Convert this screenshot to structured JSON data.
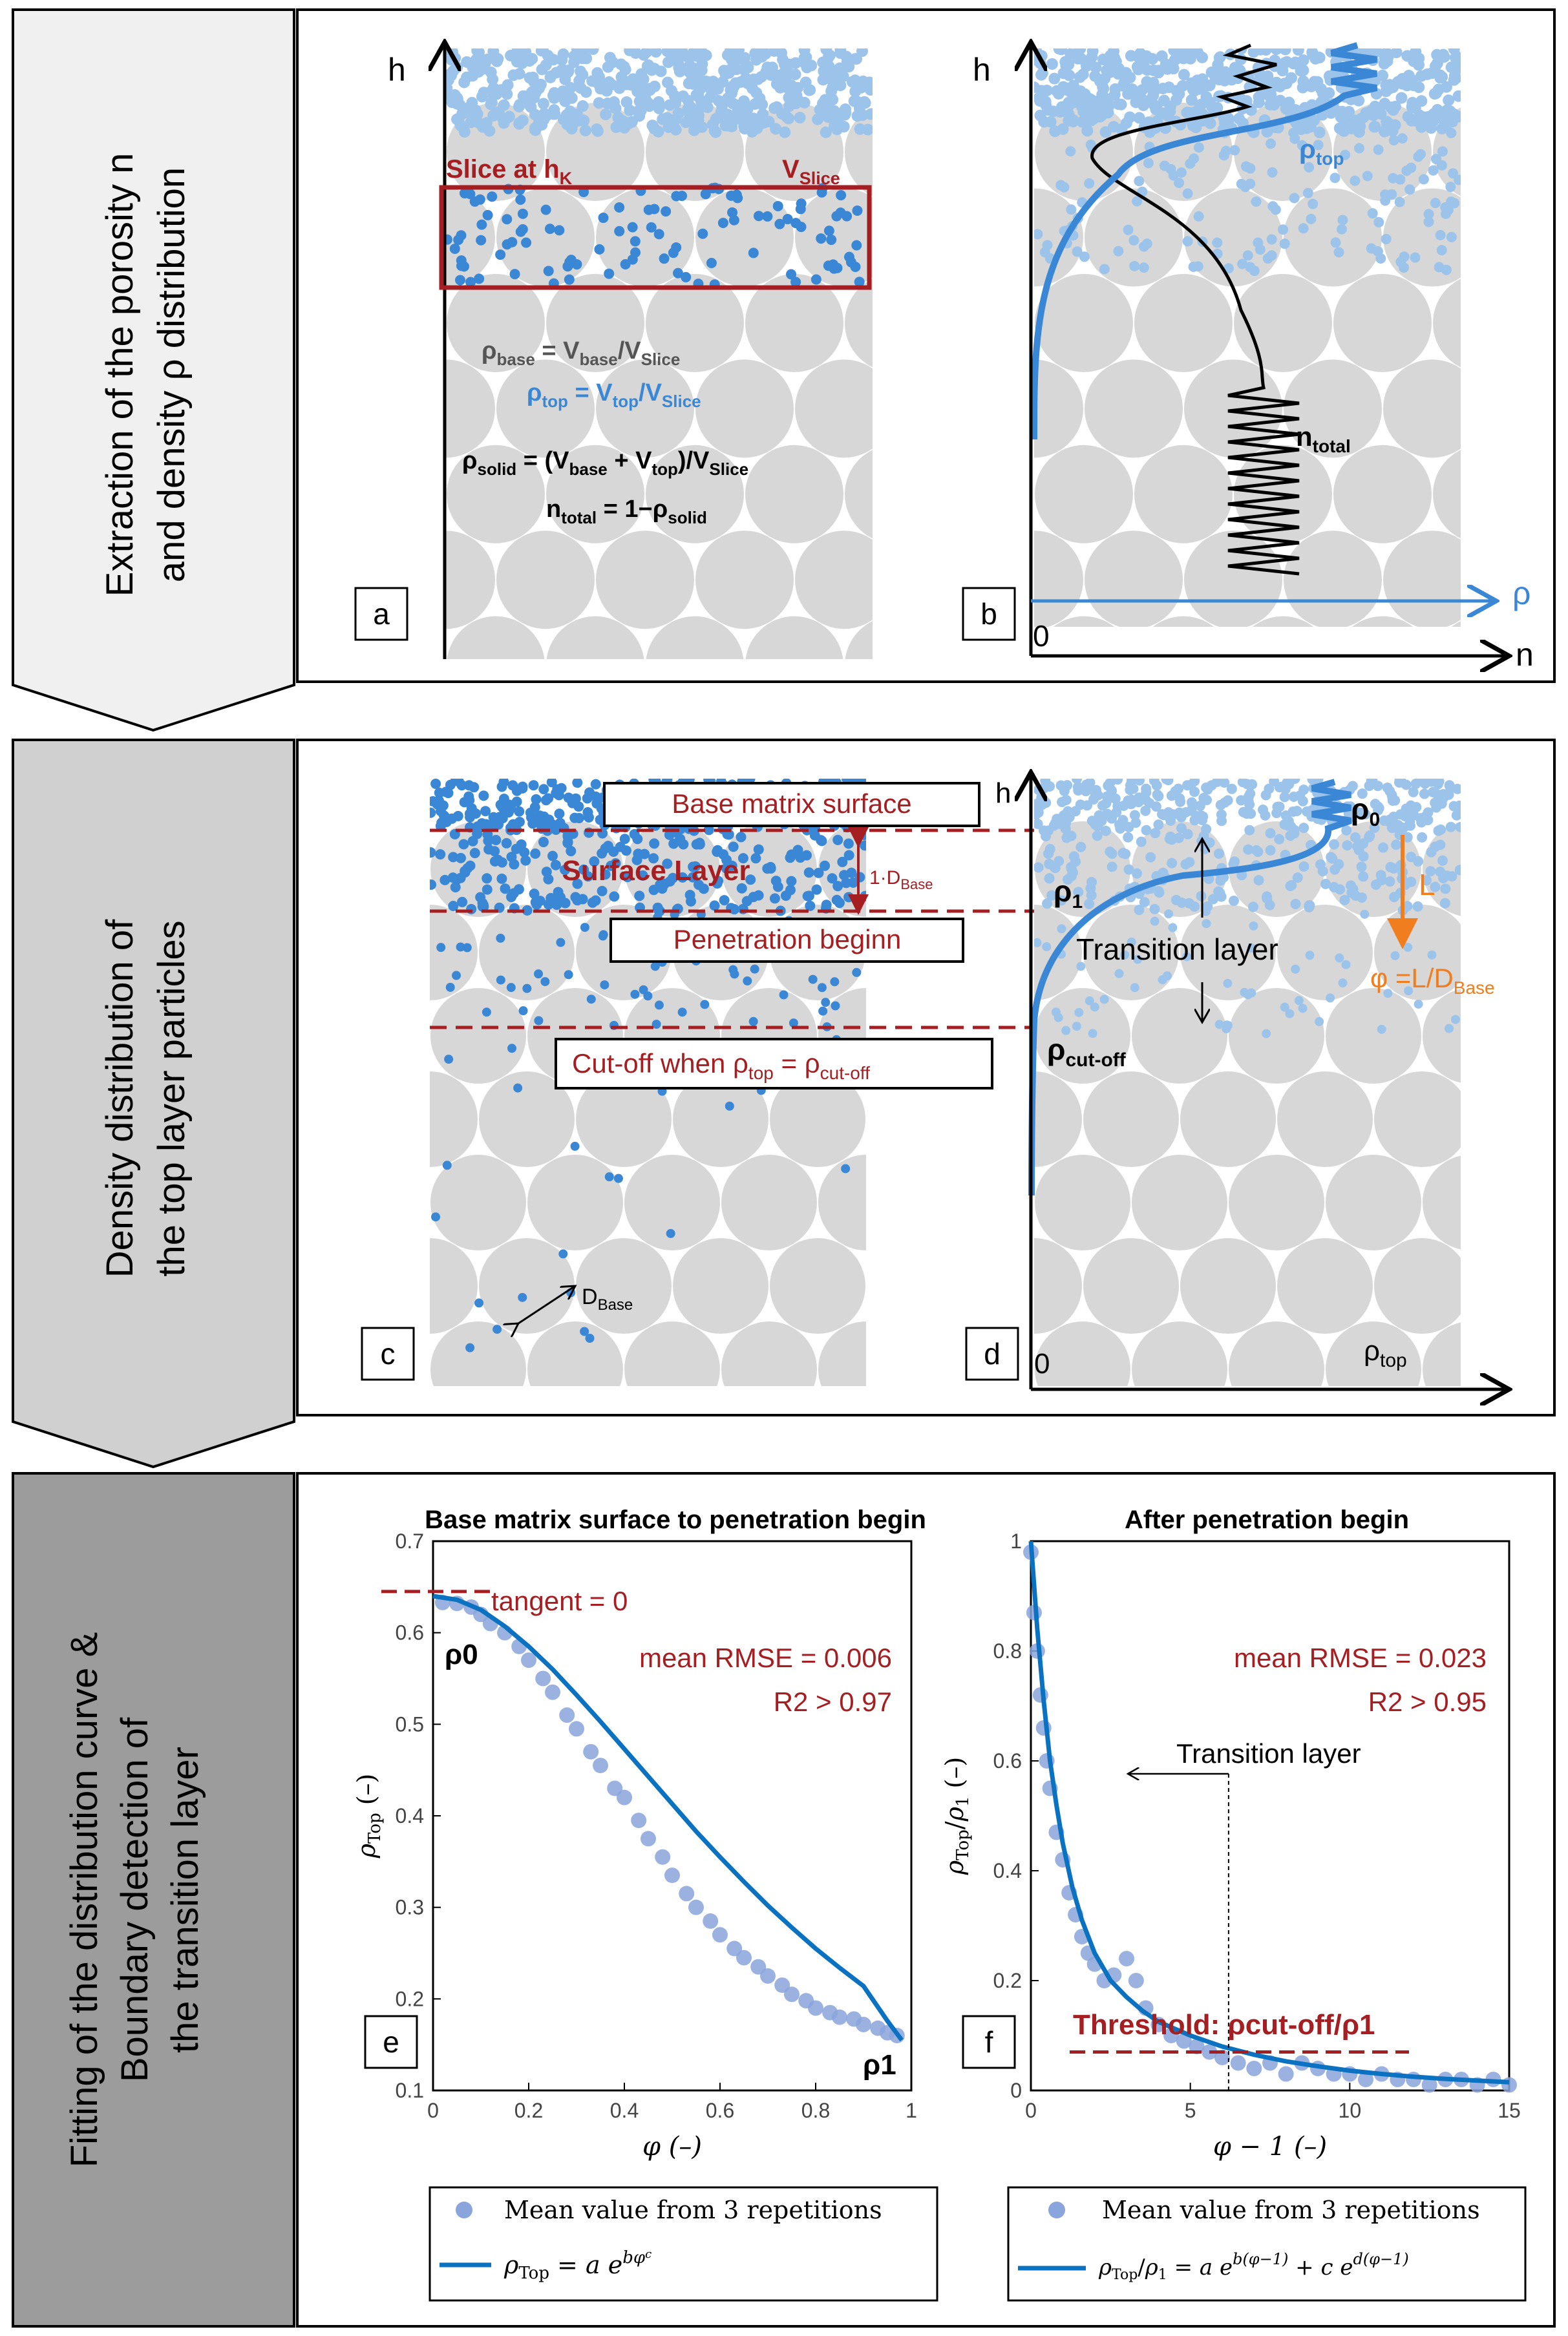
{
  "colors": {
    "dark_red": "#a51e22",
    "blue": "#3a87d6",
    "light_blue": "#9cc3ea",
    "fit_blue": "#0a72c0",
    "scatter_blue": "#8aa4dc",
    "orange": "#f07d1e",
    "gray_particle": "#d7d7d7",
    "gray_dark": "#555555",
    "chevron1": "#f0f0f0",
    "chevron2": "#d0d0d0",
    "chevron3": "#9c9c9c"
  },
  "rows": {
    "r1_line1": "Extraction of the porosity n",
    "r1_line2": "and density ρ distribution",
    "r2_line1": "Density distribution of",
    "r2_line2": "the top layer particles",
    "r3_line1": "Fitting of the distribution curve &",
    "r3_line2": "Boundary detection of",
    "r3_line3": "the transition layer"
  },
  "panel_a": {
    "label": "a",
    "axis_h": "h",
    "slice_label": "Slice at h",
    "slice_sub": "K",
    "vslice": "V",
    "vslice_sub": "Slice",
    "rho_base": "ρ",
    "rho_base_sub": "base",
    "rho_base_eq": " = V",
    "rho_base_eq_sub": "base",
    "rho_base_div": "/V",
    "rho_base_div_sub": "Slice",
    "rho_top": "ρ",
    "rho_top_sub": "top",
    "rho_top_eq": " = V",
    "rho_top_eq_sub": "top",
    "rho_top_div": "/V",
    "rho_top_div_sub": "Slice",
    "rho_solid": "ρ",
    "rho_solid_sub": "solid",
    "rho_solid_eq": " = (V",
    "rho_solid_eq_sub": "base",
    "rho_solid_plus": " + V",
    "rho_solid_plus_sub": "top",
    "rho_solid_div": ")/V",
    "rho_solid_div_sub": "Slice",
    "n_total": "n",
    "n_total_sub": "total",
    "n_total_eq": " = 1−ρ",
    "n_total_eq_sub": "solid"
  },
  "panel_b": {
    "label": "b",
    "axis_h": "h",
    "axis_rho": "ρ",
    "axis_n": "n",
    "origin": "0",
    "rho_top": "ρ",
    "rho_top_sub": "top",
    "n_total": "n",
    "n_total_sub": "total"
  },
  "panel_c": {
    "label": "c",
    "base_matrix_surface": "Base matrix surface",
    "surface_layer": "Surface Layer",
    "one_d_base": "1·D",
    "one_d_base_sub": "Base",
    "penetration": "Penetration beginn",
    "cutoff": "Cut-off when ρ",
    "cutoff_sub": "top",
    "cutoff_eq": " = ρ",
    "cutoff_eq_sub": "cut-off",
    "d_base": "D",
    "d_base_sub": "Base"
  },
  "panel_d": {
    "label": "d",
    "axis_h": "h",
    "origin": "0",
    "axis_rho_top": "ρ",
    "axis_rho_top_sub": "top",
    "rho0": "ρ",
    "rho0_sub": "0",
    "rho1": "ρ",
    "rho1_sub": "1",
    "transition": "Transition layer",
    "rho_cutoff": "ρ",
    "rho_cutoff_sub": "cut-off",
    "L": "L",
    "phi_eq": "φ =L/D",
    "phi_eq_sub": "Base"
  },
  "chart_data": [
    {
      "type": "scatter",
      "panel_label": "e",
      "title": "Base matrix surface to penetration begin",
      "xlabel": "φ (–)",
      "ylabel": "ρ_Top (–)",
      "xlim": [
        0,
        1
      ],
      "ylim": [
        0.1,
        0.7
      ],
      "xticks": [
        0,
        0.2,
        0.4,
        0.6,
        0.8,
        1
      ],
      "xtick_labels": [
        "0",
        "0.2",
        "0.4",
        "0.6",
        "0.8",
        "1"
      ],
      "yticks": [
        0.1,
        0.2,
        0.3,
        0.4,
        0.5,
        0.6,
        0.7
      ],
      "ytick_labels": [
        "0.1",
        "0.2",
        "0.3",
        "0.4",
        "0.5",
        "0.6",
        "0.7"
      ],
      "annotations": [
        "tangent = 0",
        "mean RMSE = 0.006",
        "R2 > 0.97",
        "ρ0",
        "ρ1"
      ],
      "tangent_y": 0.645,
      "series": [
        {
          "name": "Mean value from 3 repetitions",
          "kind": "scatter",
          "x": [
            0.02,
            0.05,
            0.08,
            0.1,
            0.12,
            0.15,
            0.18,
            0.2,
            0.23,
            0.25,
            0.28,
            0.3,
            0.33,
            0.35,
            0.38,
            0.4,
            0.43,
            0.45,
            0.48,
            0.5,
            0.53,
            0.55,
            0.58,
            0.6,
            0.63,
            0.65,
            0.68,
            0.7,
            0.73,
            0.75,
            0.78,
            0.8,
            0.83,
            0.85,
            0.88,
            0.9,
            0.93,
            0.95,
            0.97
          ],
          "y": [
            0.633,
            0.632,
            0.628,
            0.62,
            0.61,
            0.6,
            0.585,
            0.57,
            0.55,
            0.535,
            0.51,
            0.495,
            0.47,
            0.455,
            0.43,
            0.42,
            0.395,
            0.375,
            0.355,
            0.335,
            0.315,
            0.3,
            0.285,
            0.27,
            0.255,
            0.245,
            0.235,
            0.225,
            0.215,
            0.205,
            0.198,
            0.19,
            0.185,
            0.18,
            0.178,
            0.172,
            0.168,
            0.163,
            0.16
          ]
        },
        {
          "name": "ρ_Top = a e^(b φ^c)",
          "kind": "line",
          "x": [
            0,
            0.05,
            0.1,
            0.15,
            0.2,
            0.25,
            0.3,
            0.35,
            0.4,
            0.45,
            0.5,
            0.55,
            0.6,
            0.65,
            0.7,
            0.75,
            0.8,
            0.85,
            0.9,
            0.95,
            0.98
          ],
          "y": [
            0.64,
            0.636,
            0.625,
            0.607,
            0.585,
            0.56,
            0.532,
            0.503,
            0.473,
            0.443,
            0.413,
            0.383,
            0.355,
            0.328,
            0.302,
            0.278,
            0.255,
            0.234,
            0.214,
            0.176,
            0.155
          ]
        }
      ],
      "legend": [
        "Mean value from 3 repetitions",
        "ρ_Top = a e^(b φ^c)"
      ]
    },
    {
      "type": "scatter",
      "panel_label": "f",
      "title": "After penetration begin",
      "xlabel": "φ − 1 (–)",
      "ylabel": "ρ_Top/ρ_1 (–)",
      "xlim": [
        0,
        15
      ],
      "ylim": [
        0,
        1
      ],
      "xticks": [
        0,
        5,
        10,
        15
      ],
      "xtick_labels": [
        "0",
        "5",
        "10",
        "15"
      ],
      "yticks": [
        0,
        0.2,
        0.4,
        0.6,
        0.8,
        1
      ],
      "ytick_labels": [
        "0",
        "0.2",
        "0.4",
        "0.6",
        "0.8",
        "1"
      ],
      "annotations": [
        "mean RMSE = 0.023",
        "R2 > 0.95",
        "Transition layer",
        "Threshold: ρcut-off/ρ1"
      ],
      "threshold_y": 0.07,
      "transition_x": 6.2,
      "series": [
        {
          "name": "Mean value from 3 repetitions",
          "kind": "scatter",
          "x": [
            0,
            0.1,
            0.2,
            0.3,
            0.4,
            0.5,
            0.6,
            0.8,
            1,
            1.2,
            1.4,
            1.6,
            1.8,
            2,
            2.3,
            2.6,
            3,
            3.3,
            3.6,
            4,
            4.4,
            4.8,
            5.2,
            5.6,
            6,
            6.5,
            7,
            7.5,
            8,
            8.5,
            9,
            9.5,
            10,
            10.5,
            11,
            11.5,
            12,
            12.5,
            13,
            13.5,
            14,
            14.5,
            15
          ],
          "y": [
            0.98,
            0.87,
            0.8,
            0.72,
            0.66,
            0.6,
            0.55,
            0.47,
            0.42,
            0.36,
            0.32,
            0.28,
            0.25,
            0.23,
            0.2,
            0.21,
            0.24,
            0.2,
            0.15,
            0.12,
            0.1,
            0.09,
            0.08,
            0.07,
            0.06,
            0.05,
            0.04,
            0.05,
            0.03,
            0.05,
            0.04,
            0.03,
            0.03,
            0.02,
            0.03,
            0.02,
            0.02,
            0.01,
            0.02,
            0.02,
            0.01,
            0.02,
            0.01
          ]
        },
        {
          "name": "ρ_Top/ρ_1 = a e^(b(φ−1)) + c e^(d(φ−1))",
          "kind": "line",
          "x": [
            0,
            0.2,
            0.4,
            0.6,
            0.8,
            1,
            1.3,
            1.6,
            2,
            2.5,
            3,
            3.5,
            4,
            5,
            6,
            7,
            8,
            9,
            10,
            11,
            12,
            13,
            14,
            15
          ],
          "y": [
            1,
            0.84,
            0.71,
            0.6,
            0.52,
            0.45,
            0.37,
            0.31,
            0.25,
            0.2,
            0.17,
            0.145,
            0.125,
            0.1,
            0.08,
            0.065,
            0.053,
            0.044,
            0.036,
            0.03,
            0.025,
            0.021,
            0.018,
            0.015
          ]
        }
      ],
      "legend": [
        "Mean value from 3 repetitions",
        "ρ_Top/ρ_1 = a e^(b(φ−1)) + c e^(d(φ−1))"
      ]
    }
  ]
}
